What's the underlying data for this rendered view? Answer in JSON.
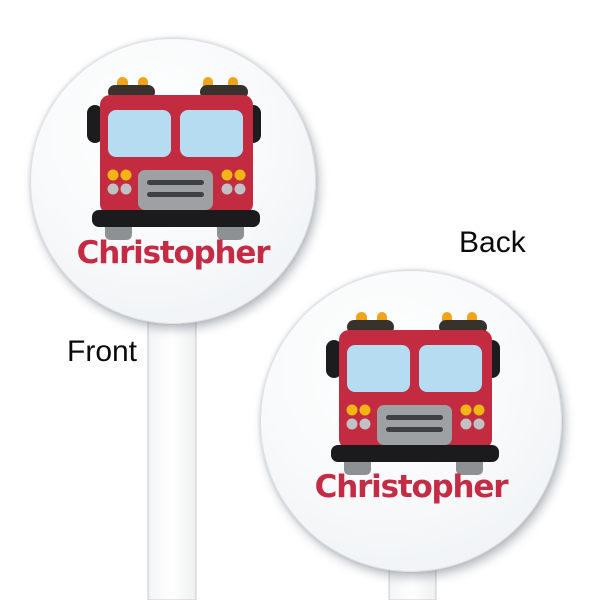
{
  "page": {
    "background_color": "#ffffff"
  },
  "labels": {
    "front": "Front",
    "back": "Back"
  },
  "personalization": {
    "name": "Christopher",
    "name_color": "#c42b45"
  },
  "illustration": {
    "name": "fire-truck",
    "colors": {
      "body_red": "#c22b40",
      "window_blue": "#b5dcf1",
      "roof_bar_dark": "#38322f",
      "beacon_orange": "#f0a41c",
      "mirror_black": "#1c1c1e",
      "headlight_yellow": "#f2b511",
      "marker_light_gray": "#bfc1c4",
      "grille_gray": "#9ea1a4",
      "grille_slot_dark": "#3e4043",
      "bumper_black": "#1b1b1d",
      "wheel_gray": "#8e9194"
    }
  },
  "stirrers": [
    {
      "side_label": "Front",
      "name": "Christopher"
    },
    {
      "side_label": "Back",
      "name": "Christopher"
    }
  ],
  "stick": {
    "color": "#ffffff",
    "edge_color": "#c8cbcd"
  },
  "disc": {
    "color": "#f5f7f8"
  }
}
